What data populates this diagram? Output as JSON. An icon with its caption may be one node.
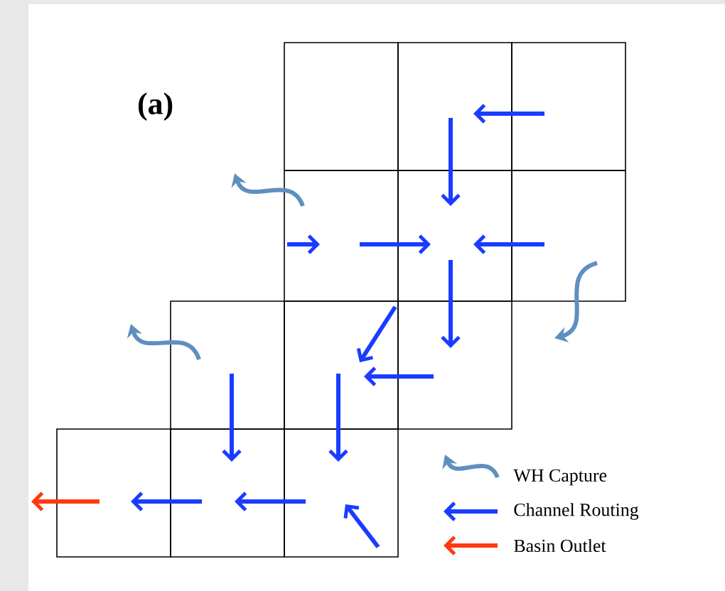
{
  "diagram": {
    "labels": [
      "(a)"
    ],
    "legend": [
      {
        "text": "WH Capture"
      },
      {
        "text": "Channel Routing"
      },
      {
        "text": "Basin Outlet"
      }
    ]
  }
}
